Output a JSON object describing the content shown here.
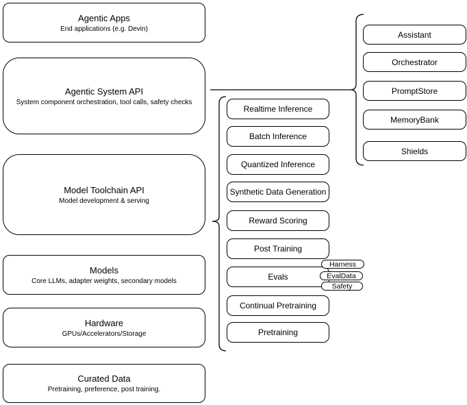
{
  "diagram": {
    "left_stack": {
      "items": [
        {
          "title": "Agentic Apps",
          "subtitle": "End applications (e.g. Devin)"
        },
        {
          "title": "Agentic System API",
          "subtitle": "System component orchestration, tool calls, safety checks"
        },
        {
          "title": "Model Toolchain API",
          "subtitle": "Model development & serving"
        },
        {
          "title": "Models",
          "subtitle": "Core LLMs, adapter weights, secondary models"
        },
        {
          "title": "Hardware",
          "subtitle": "GPUs/Accelerators/Storage"
        },
        {
          "title": "Curated Data",
          "subtitle": "Pretraining, preference, post training."
        }
      ]
    },
    "toolchain_group": {
      "items": [
        {
          "label": "Realtime Inference"
        },
        {
          "label": "Batch Inference"
        },
        {
          "label": "Quantized Inference"
        },
        {
          "label": "Synthetic Data Generation"
        },
        {
          "label": "Reward Scoring"
        },
        {
          "label": "Post Training"
        },
        {
          "label": "Evals"
        },
        {
          "label": "Continual Pretraining"
        },
        {
          "label": "Pretraining"
        }
      ],
      "eval_tags": [
        {
          "label": "Harness"
        },
        {
          "label": "EvalData"
        },
        {
          "label": "Safety"
        }
      ]
    },
    "system_group": {
      "items": [
        {
          "label": "Assistant"
        },
        {
          "label": "Orchestrator"
        },
        {
          "label": "PromptStore"
        },
        {
          "label": "MemoryBank"
        },
        {
          "label": "Shields"
        }
      ]
    },
    "colors": {
      "stroke": "#000000",
      "fill": "#ffffff",
      "text": "#000000"
    }
  }
}
